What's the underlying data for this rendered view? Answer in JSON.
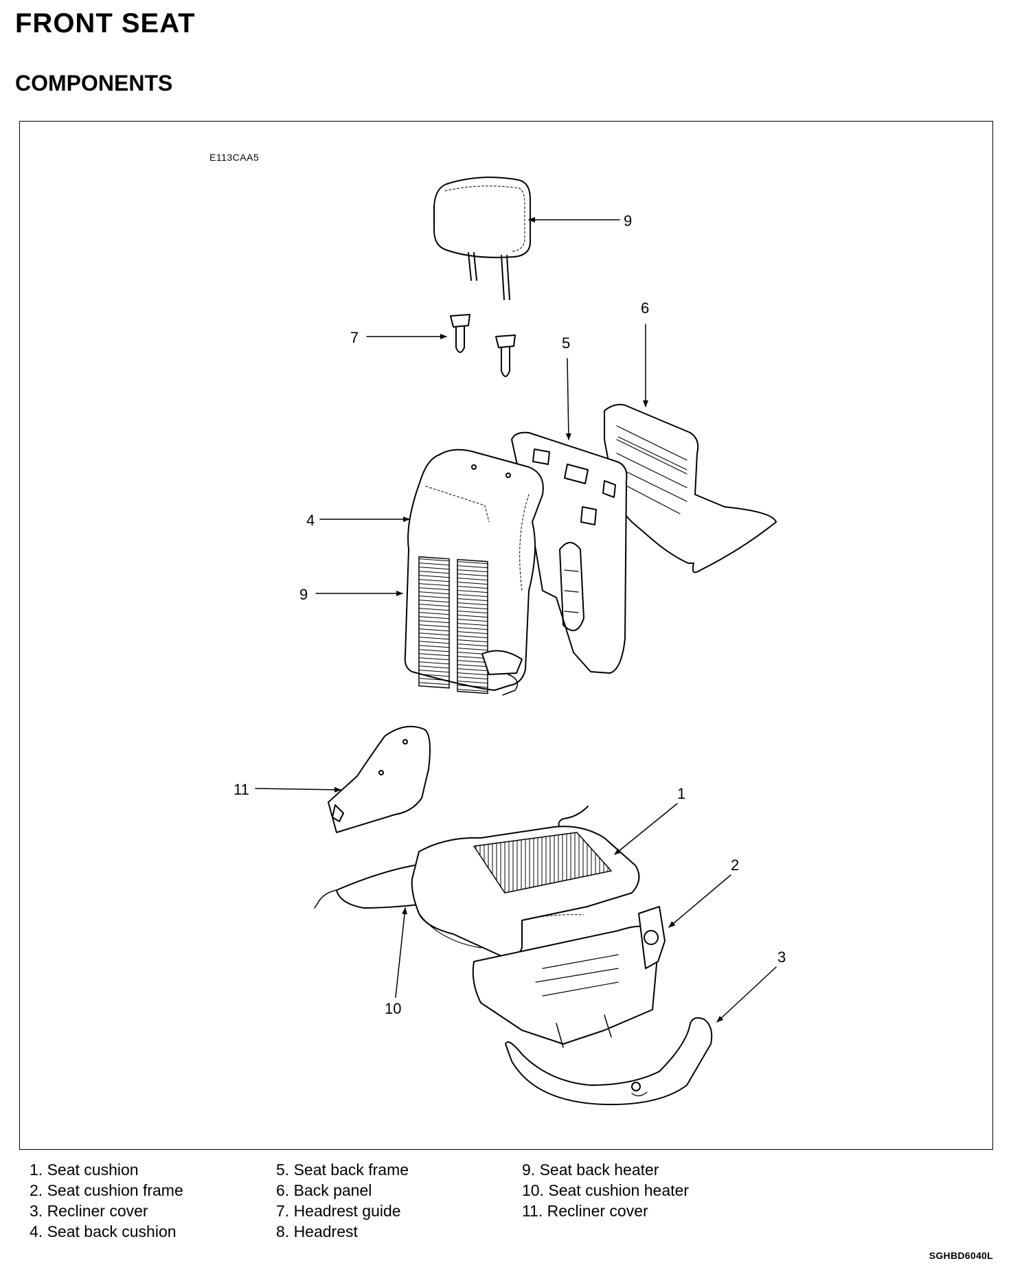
{
  "header": {
    "title": "FRONT SEAT",
    "subtitle": "COMPONENTS",
    "section_code": "E113CAA5"
  },
  "diagram": {
    "callouts": [
      "9",
      "6",
      "7",
      "5",
      "4",
      "9",
      "11",
      "1",
      "2",
      "3",
      "10"
    ]
  },
  "legend": {
    "column1": [
      "1. Seat cushion",
      "2. Seat cushion frame",
      "3. Recliner cover",
      "4. Seat back cushion"
    ],
    "column2": [
      "5. Seat back frame",
      "6. Back panel",
      "7. Headrest guide",
      "8. Headrest"
    ],
    "column3": [
      "9. Seat back heater",
      "10. Seat cushion heater",
      "11. Recliner cover"
    ]
  },
  "figure_code": "SGHBD6040L"
}
